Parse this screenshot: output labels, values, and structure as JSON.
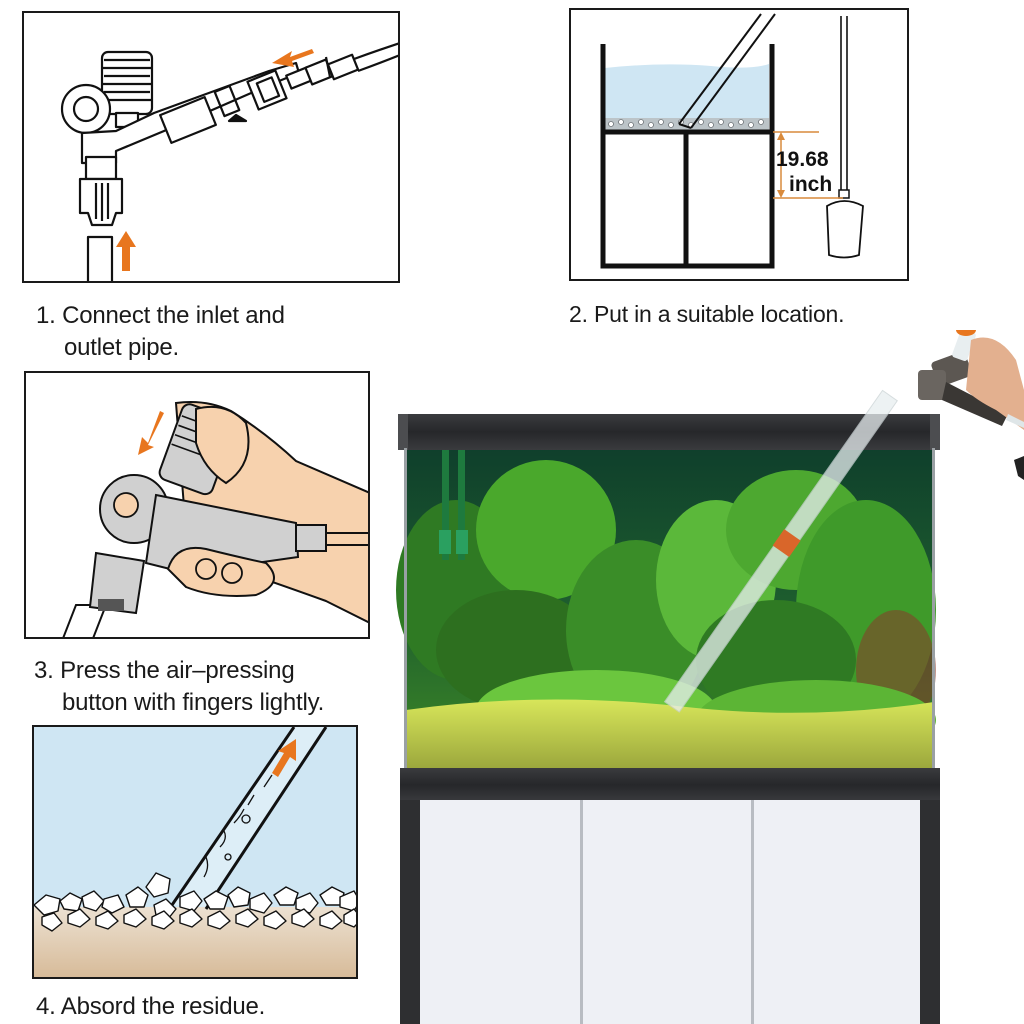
{
  "steps": [
    {
      "number": "1.",
      "line1": "Connect the inlet and",
      "line2": "outlet pipe.",
      "icon": "connect-pipe-diagram"
    },
    {
      "number": "2.",
      "line1": "Put in a suitable location.",
      "icon": "tank-placement-diagram",
      "measurement": {
        "value": "19.68",
        "unit": "inch"
      }
    },
    {
      "number": "3.",
      "line1": "Press the air–pressing",
      "line2": "button with fingers lightly.",
      "icon": "hand-press-diagram"
    },
    {
      "number": "4.",
      "line1": "Absord the residue.",
      "icon": "gravel-suction-diagram"
    }
  ],
  "photo": {
    "subject": "aquarium-with-gravel-cleaner",
    "cabinet_doors": 3
  },
  "colors": {
    "arrow_orange": "#e8761e",
    "water_blue": "#cfe6f3",
    "sand_tan": "#d8bfa2",
    "skin": "#f7d2ae",
    "device_gray": "#c9c9c9",
    "frame_dark": "#2e2f31",
    "plant_green": "#3f9a2a",
    "substrate": "#a9b84a"
  }
}
